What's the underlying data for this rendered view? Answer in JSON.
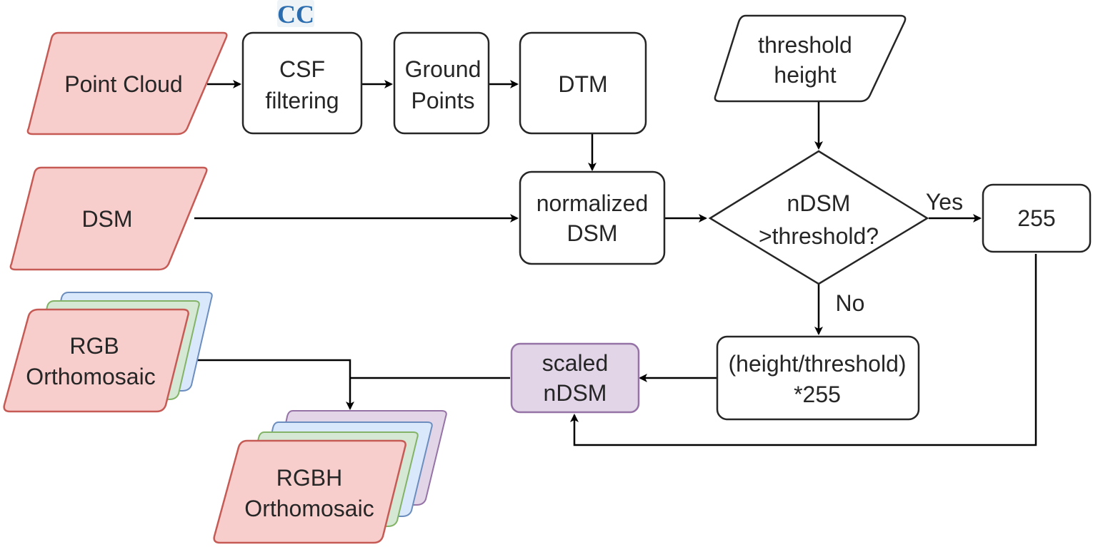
{
  "colors": {
    "input_fill": "#f8cecc",
    "input_stroke": "#c65a55",
    "purple_fill": "#e1d5e7",
    "purple_stroke": "#9673a6",
    "green_fill": "#d5e8d4",
    "green_stroke": "#82b366",
    "blue_fill": "#dae8fc",
    "blue_stroke": "#6c8ebf",
    "box_fill": "#ffffff",
    "box_stroke": "#262626",
    "logo": "#2a6cae"
  },
  "logo": {
    "icon": "cloudcompare-logo",
    "text": "CC"
  },
  "nodes": {
    "point_cloud": {
      "line1": "Point Cloud",
      "line2": ""
    },
    "csf_filtering": {
      "line1": "CSF",
      "line2": "filtering"
    },
    "ground_points": {
      "line1": "Ground",
      "line2": "Points"
    },
    "dtm": {
      "line1": "DTM",
      "line2": ""
    },
    "threshold_height": {
      "line1": "threshold",
      "line2": "height"
    },
    "dsm": {
      "line1": "DSM",
      "line2": ""
    },
    "normalized_dsm": {
      "line1": "normalized",
      "line2": "DSM"
    },
    "decision": {
      "line1": "nDSM",
      "line2": ">threshold?"
    },
    "value_255": {
      "line1": "255",
      "line2": ""
    },
    "rgb_orthomosaic": {
      "line1": "RGB",
      "line2": "Orthomosaic"
    },
    "scaled_ndsm": {
      "line1": "scaled",
      "line2": "nDSM"
    },
    "scale_formula": {
      "line1": "(height/threshold)",
      "line2": "*255"
    },
    "rgbh_orthomosaic": {
      "line1": "RGBH",
      "line2": "Orthomosaic"
    }
  },
  "edges": {
    "yes_label": "Yes",
    "no_label": "No"
  }
}
